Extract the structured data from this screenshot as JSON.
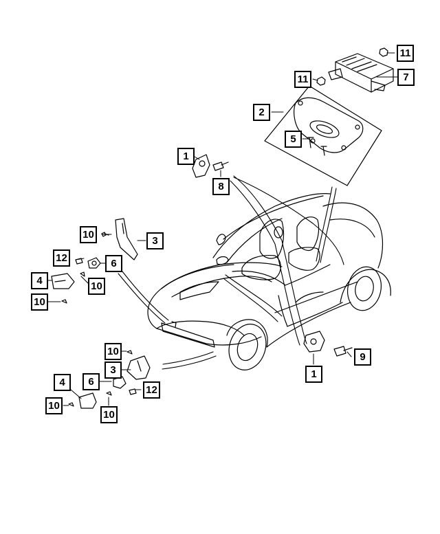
{
  "callouts": [
    {
      "id": "c1a",
      "label": "1"
    },
    {
      "id": "c1b",
      "label": "1"
    },
    {
      "id": "c2",
      "label": "2"
    },
    {
      "id": "c3a",
      "label": "3"
    },
    {
      "id": "c3b",
      "label": "3"
    },
    {
      "id": "c4a",
      "label": "4"
    },
    {
      "id": "c4b",
      "label": "4"
    },
    {
      "id": "c5",
      "label": "5"
    },
    {
      "id": "c6a",
      "label": "6"
    },
    {
      "id": "c6b",
      "label": "6"
    },
    {
      "id": "c7",
      "label": "7"
    },
    {
      "id": "c8",
      "label": "8"
    },
    {
      "id": "c9",
      "label": "9"
    },
    {
      "id": "c10a",
      "label": "10"
    },
    {
      "id": "c10b",
      "label": "10"
    },
    {
      "id": "c10c",
      "label": "10"
    },
    {
      "id": "c10d",
      "label": "10"
    },
    {
      "id": "c10e",
      "label": "10"
    },
    {
      "id": "c10f",
      "label": "10"
    },
    {
      "id": "c11a",
      "label": "11"
    },
    {
      "id": "c11b",
      "label": "11"
    },
    {
      "id": "c12a",
      "label": "12"
    },
    {
      "id": "c12b",
      "label": "12"
    }
  ],
  "colors": {
    "line": "#000000",
    "background": "#ffffff"
  }
}
